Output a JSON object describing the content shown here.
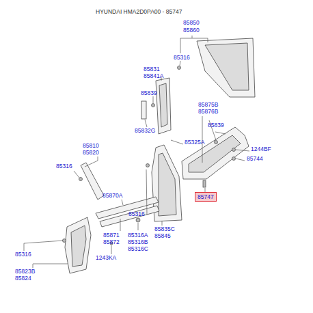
{
  "diagram": {
    "title": "HYUNDAI HMA2D0PA00 - 85747",
    "nodes": [
      {
        "text": [
          "85747"
        ]
      }
    ],
    "labels": [
      "85850",
      "85860",
      "85316",
      "85831",
      "85841A",
      "85839",
      "85875B",
      "85876B",
      "85839",
      "85832G",
      "85325A",
      "1244BF",
      "85744",
      "85810",
      "85820",
      "85316",
      "85870A",
      "85316",
      "85835C",
      "85845",
      "85871",
      "85872",
      "85316A",
      "85316B",
      "85316C",
      "85316",
      "1243KA",
      "85823B",
      "85824"
    ]
  }
}
